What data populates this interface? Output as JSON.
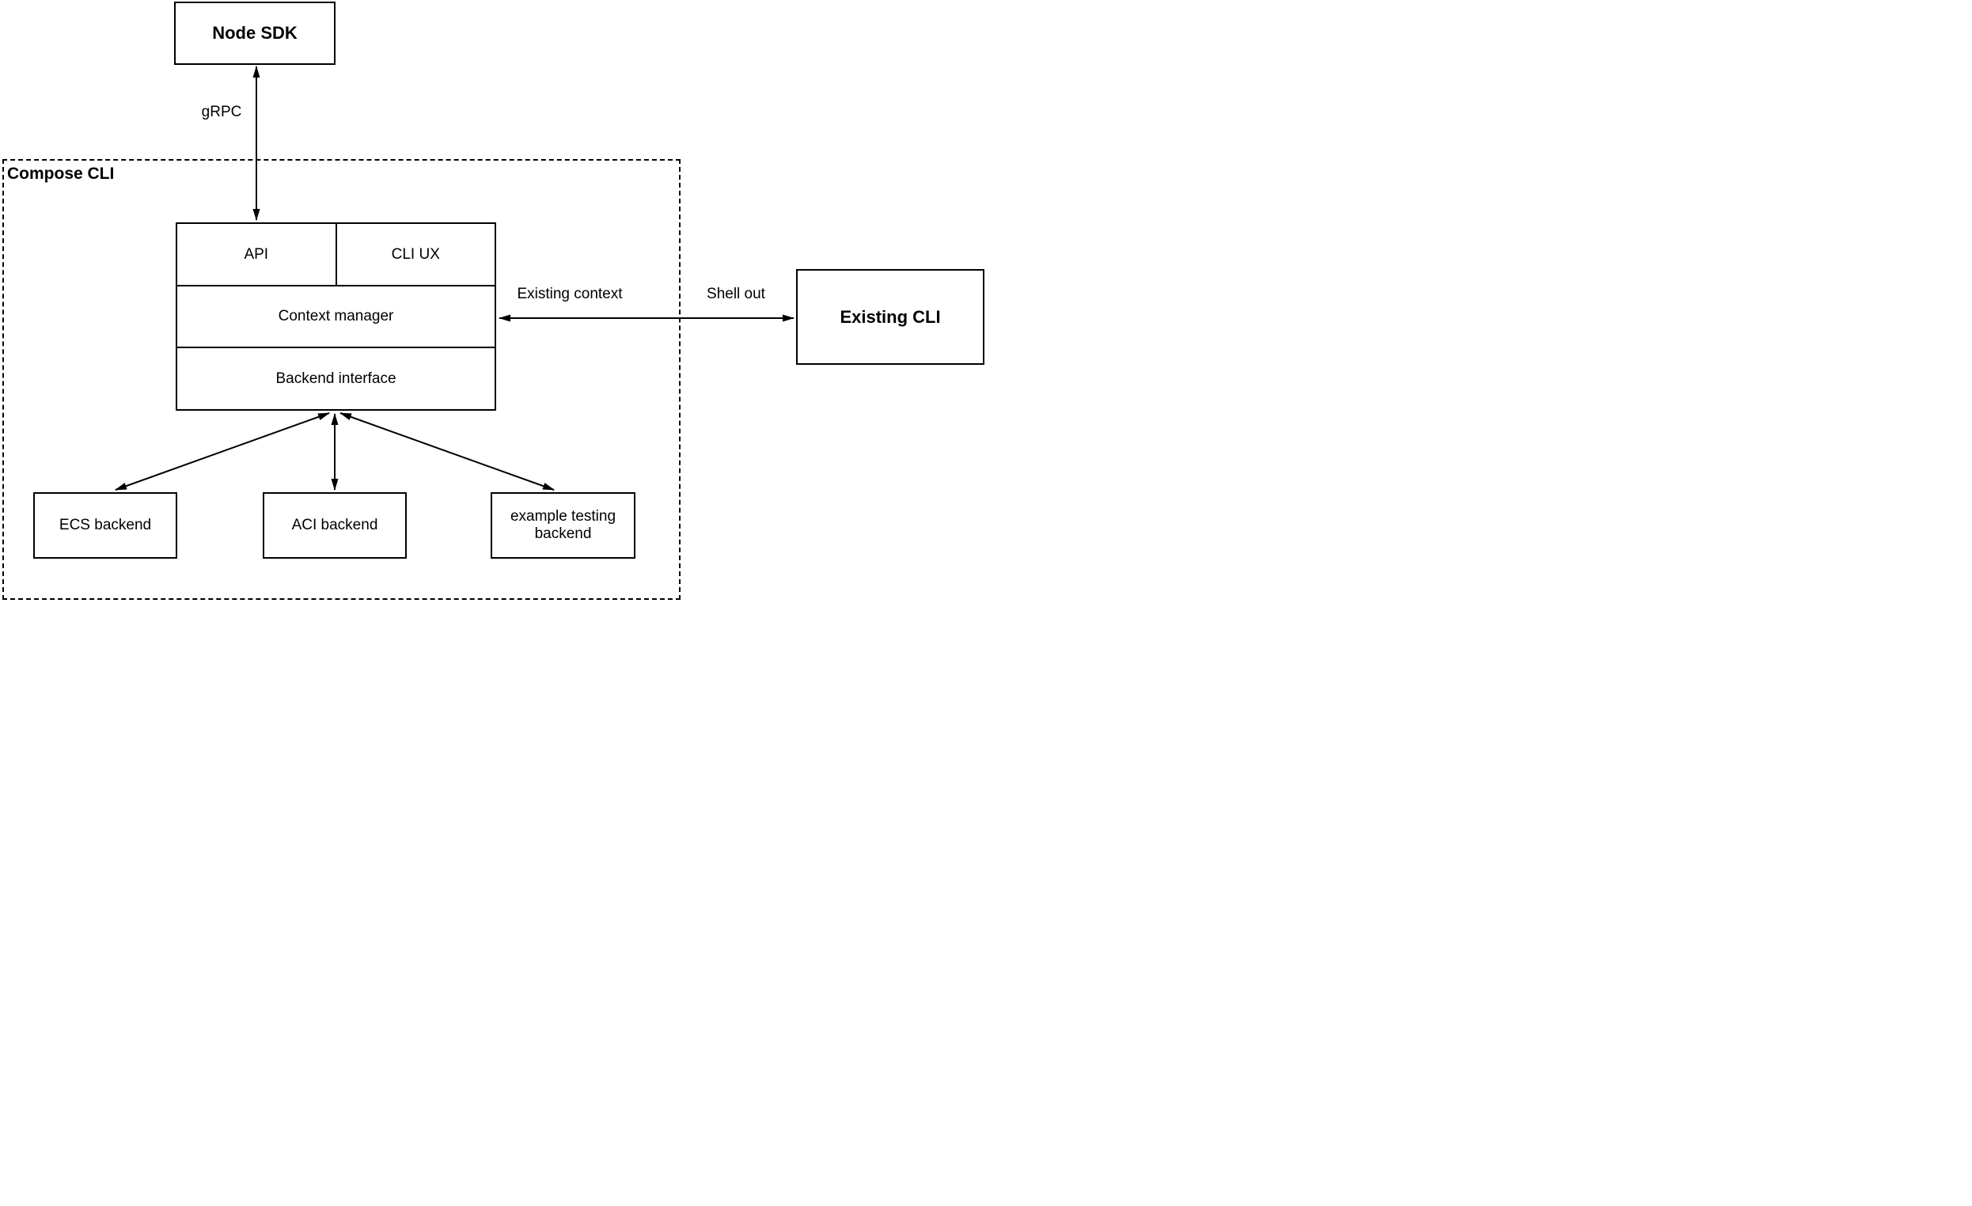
{
  "diagram": {
    "container": {
      "label": "Compose CLI"
    },
    "nodes": {
      "node_sdk": {
        "label": "Node SDK"
      },
      "api": {
        "label": "API"
      },
      "cli_ux": {
        "label": "CLI UX"
      },
      "context_manager": {
        "label": "Context manager"
      },
      "backend_interface": {
        "label": "Backend interface"
      },
      "ecs_backend": {
        "label": "ECS backend"
      },
      "aci_backend": {
        "label": "ACI backend"
      },
      "example_testing_backend": {
        "label": "example testing backend"
      },
      "existing_cli": {
        "label": "Existing CLI"
      }
    },
    "edges": {
      "grpc": {
        "label": "gRPC"
      },
      "existing_context": {
        "label": "Existing context"
      },
      "shell_out": {
        "label": "Shell out"
      }
    },
    "colors": {
      "stroke": "#000000",
      "background": "#ffffff",
      "text": "#000000"
    }
  }
}
